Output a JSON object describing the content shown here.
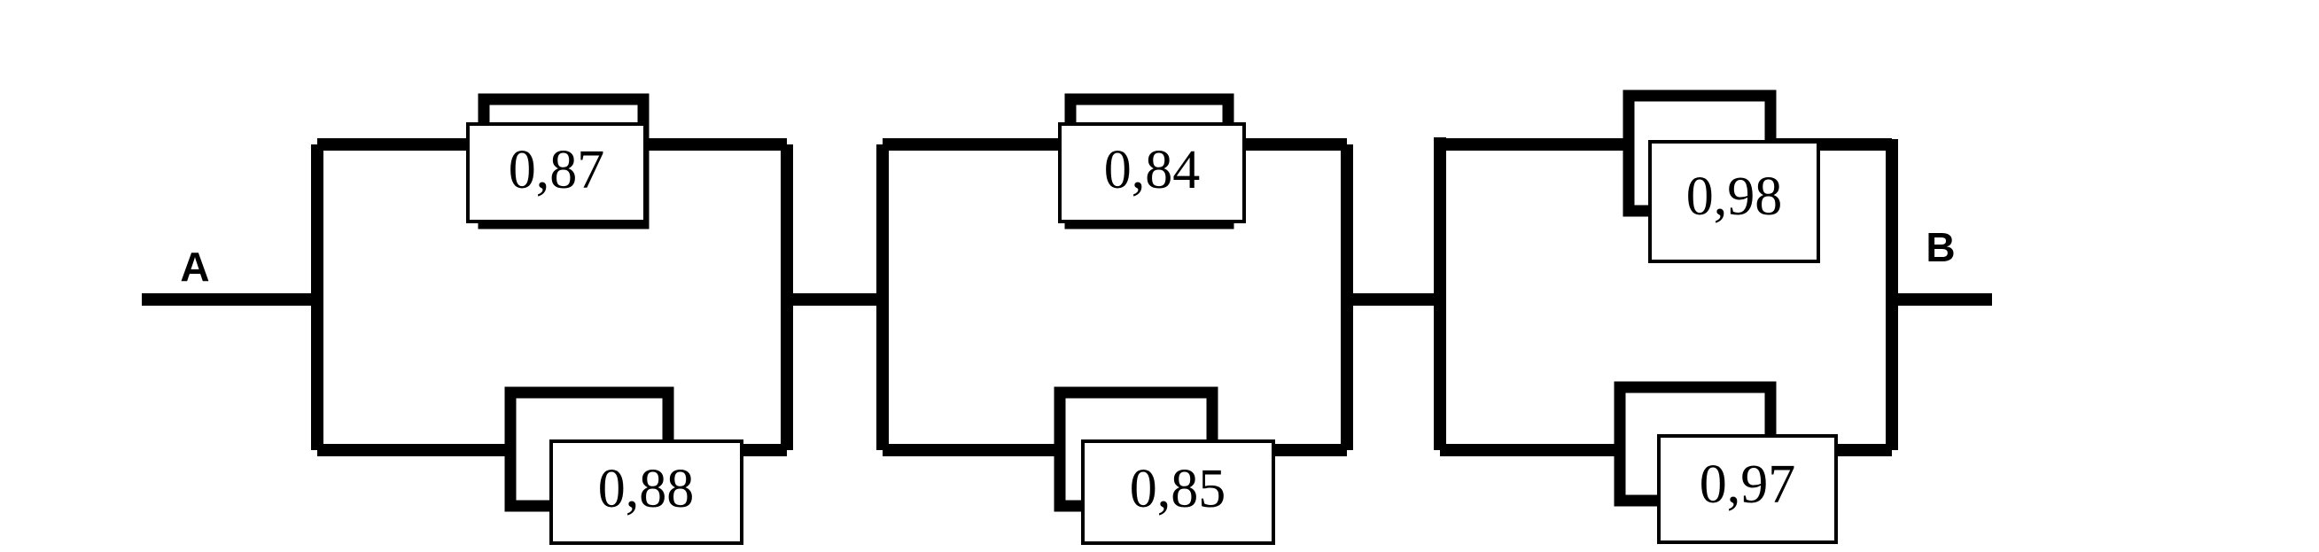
{
  "diagram": {
    "type": "reliability-block-diagram",
    "title": "",
    "background_color": "#ffffff",
    "line_color": "#000000",
    "terminals": {
      "input": {
        "label": "A"
      },
      "output": {
        "label": "B"
      }
    },
    "topology": "three parallel groups connected in series",
    "groups": [
      {
        "id": "group-1",
        "blocks": [
          {
            "id": "block-0-87",
            "position": "top",
            "value": "0,87"
          },
          {
            "id": "block-0-88",
            "position": "bottom",
            "value": "0,88"
          }
        ]
      },
      {
        "id": "group-2",
        "blocks": [
          {
            "id": "block-0-84",
            "position": "top",
            "value": "0,84"
          },
          {
            "id": "block-0-85",
            "position": "bottom",
            "value": "0,85"
          }
        ]
      },
      {
        "id": "group-3",
        "blocks": [
          {
            "id": "block-0-98",
            "position": "top",
            "value": "0,98"
          },
          {
            "id": "block-0-97",
            "position": "bottom",
            "value": "0,97"
          }
        ]
      }
    ]
  }
}
